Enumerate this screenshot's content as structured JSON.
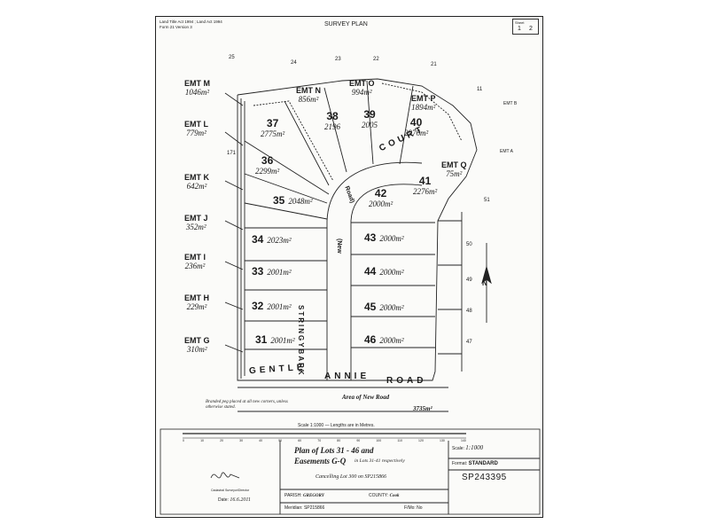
{
  "header": {
    "title": "SURVEY PLAN",
    "acts": "Land Title Act 1994 ; Land Act 1994",
    "form": "Form 21 Version 3",
    "sheet_label": "Sheet",
    "sheet_no": "1",
    "sheet_of": "2"
  },
  "emt_left": [
    {
      "name": "EMT M",
      "area": "1046m²"
    },
    {
      "name": "EMT L",
      "area": "779m²"
    },
    {
      "name": "EMT K",
      "area": "642m²"
    },
    {
      "name": "EMT J",
      "area": "352m²"
    },
    {
      "name": "EMT I",
      "area": "236m²"
    },
    {
      "name": "EMT H",
      "area": "229m²"
    },
    {
      "name": "EMT G",
      "area": "310m²"
    }
  ],
  "emt_inner": [
    {
      "name": "EMT N",
      "area": "856m²"
    },
    {
      "name": "EMT O",
      "area": "994m²"
    },
    {
      "name": "EMT P",
      "area": "1894m²"
    },
    {
      "name": "EMT Q",
      "area": "75m²"
    }
  ],
  "lots": [
    {
      "num": "37",
      "area": "2775m²"
    },
    {
      "num": "38",
      "area": "2196"
    },
    {
      "num": "39",
      "area": "2005"
    },
    {
      "num": "40",
      "area": "2976m²"
    },
    {
      "num": "36",
      "area": "2299m²"
    },
    {
      "num": "41",
      "area": "2276m²"
    },
    {
      "num": "35",
      "area": "2048m²"
    },
    {
      "num": "42",
      "area": "2000m²"
    },
    {
      "num": "34",
      "area": "2023m²"
    },
    {
      "num": "43",
      "area": "2000m²"
    },
    {
      "num": "33",
      "area": "2001m²"
    },
    {
      "num": "44",
      "area": "2000m²"
    },
    {
      "num": "32",
      "area": "2001m²"
    },
    {
      "num": "45",
      "area": "2000m²"
    },
    {
      "num": "31",
      "area": "2001m²"
    },
    {
      "num": "46",
      "area": "2000m²"
    }
  ],
  "roads": {
    "gentle": "GENTLE",
    "annie": "ANNIE",
    "road": "ROAD",
    "court": "COURT",
    "stringybark": "STRINGYBARK",
    "new": "(New",
    "road_short": "Road)"
  },
  "neighbours": [
    "25",
    "24",
    "23",
    "22",
    "21",
    "11",
    "171",
    "51",
    "50",
    "49",
    "48",
    "47"
  ],
  "emt_labels_east": [
    "EMT B",
    "EMT A"
  ],
  "area_new_road": {
    "label": "Area of New Road",
    "value": "3735m²"
  },
  "notes": {
    "branded": "Branded peg placed at all new corners, unless otherwise stated."
  },
  "scale": {
    "text": "Scale 1:1000 — Lengths are in Metres.",
    "ticks": [
      "0",
      "10",
      "20",
      "30",
      "40",
      "50",
      "60",
      "70",
      "80",
      "90",
      "100",
      "110",
      "120",
      "130",
      "140"
    ]
  },
  "title_block": {
    "plan_line1": "Plan of Lots 31 - 46 and",
    "plan_line2": "Easements G-Q",
    "plan_line2b": "in Lots 31-41 respectively",
    "cancelling": "Cancelling Lot 300 on SP215866",
    "parish_label": "PARISH:",
    "parish": "GREGORY",
    "county_label": "COUNTY:",
    "county": "Cook",
    "meridian_label": "Meridian:",
    "meridian": "SP215866",
    "fmo_label": "F/Mo:",
    "fmo": "No",
    "scale_label": "Scale:",
    "scale_value": "1:1000",
    "format_label": "Format:",
    "format_value": "STANDARD",
    "plan_no": "SP243395",
    "date_label": "Date:",
    "date": "16.6.2011",
    "surveyor_caption": "Cadastral Surveyor/Director"
  },
  "north": "N"
}
